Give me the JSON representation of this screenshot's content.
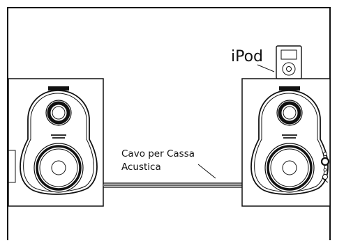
{
  "labels": {
    "ipod": "iPod",
    "cable_line1": "Cavo per Cassa",
    "cable_line2": "Acustica"
  },
  "colors": {
    "line": "#111111",
    "background": "#ffffff",
    "cable_gray": "#666666"
  }
}
